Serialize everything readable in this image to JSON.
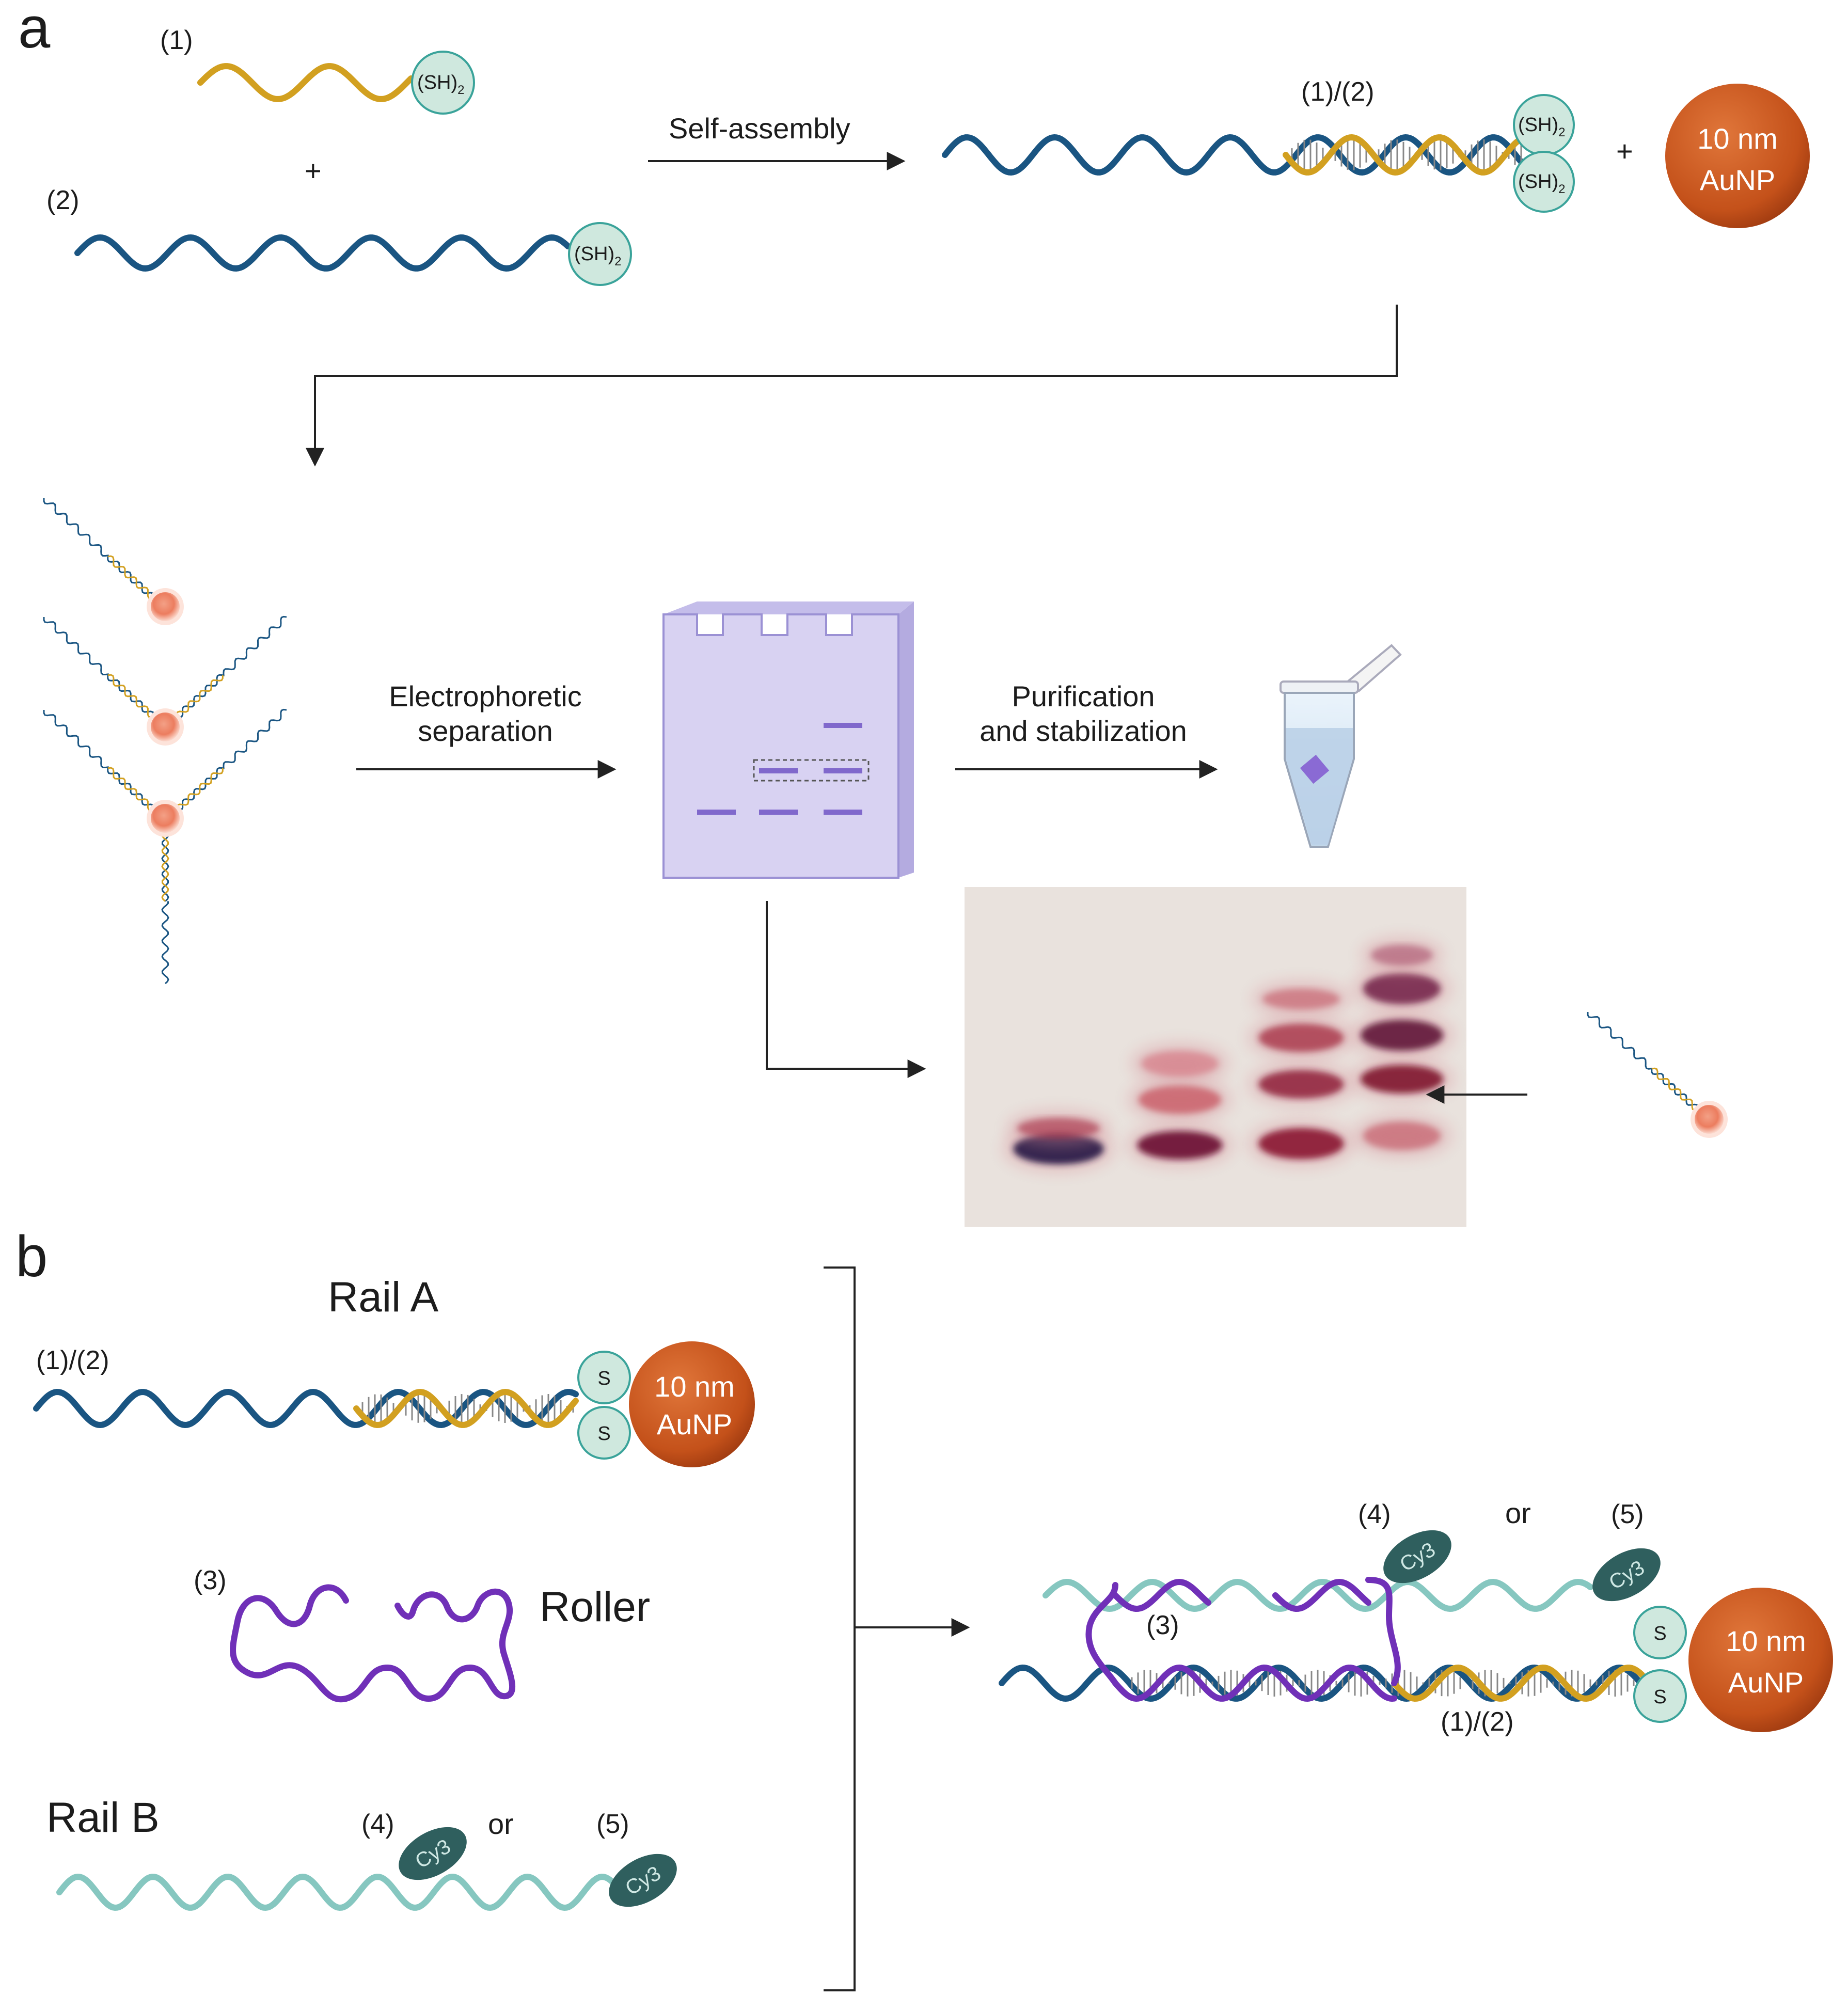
{
  "panels": {
    "a": "a",
    "b": "b"
  },
  "figure_a": {
    "strand_1": "(1)",
    "strand_2": "(2)",
    "thiol": "(SH)",
    "thiol_sub": "2",
    "plus": "+",
    "self_assembly": "Self-assembly",
    "duplex": "(1)/(2)",
    "aunp_line1": "10 nm",
    "aunp_line2": "AuNP",
    "electrophoretic_line1": "Electrophoretic",
    "electrophoretic_line2": "separation",
    "purification_line1": "Purification",
    "purification_line2": "and stabilization"
  },
  "figure_b": {
    "rail_a": "Rail A",
    "duplex": "(1)/(2)",
    "s": "S",
    "aunp_line1": "10 nm",
    "aunp_line2": "AuNP",
    "strand_3": "(3)",
    "roller": "Roller",
    "rail_b": "Rail B",
    "strand_4": "(4)",
    "or": "or",
    "strand_5": "(5)",
    "cy3": "Cy3"
  },
  "colors": {
    "dark_strand": "#1a5582",
    "gold_strand": "#d2a020",
    "teal_strand": "#86c7c0",
    "purple_strand": "#7030b8",
    "thiol_fill": "#cfe8de",
    "aunp": "#c85a1e",
    "cy3": "#2f5f5e",
    "gel": "#d8d2f2"
  }
}
